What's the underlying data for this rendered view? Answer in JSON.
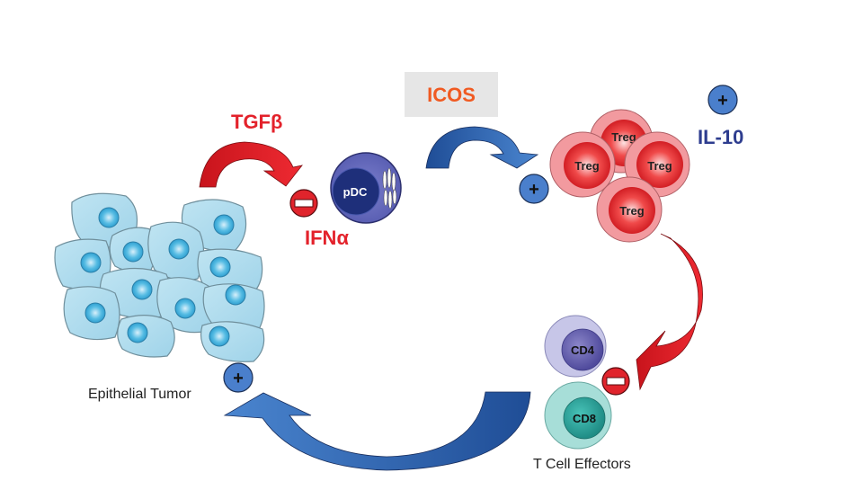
{
  "labels": {
    "tgf": "TGFβ",
    "ifn": "IFNα",
    "icos": "ICOS",
    "il10": "IL-10",
    "pdc": "pDC",
    "treg": "Treg",
    "cd4": "CD4",
    "cd8": "CD8",
    "tumor": "Epithelial Tumor",
    "effectors": "T Cell Effectors",
    "plus": "+"
  },
  "colors": {
    "red_text": "#e3222b",
    "icos_text": "#f05a22",
    "icos_box": "#e6e6e6",
    "il10_text": "#2e3d8f",
    "blue_arrow": "#3a6fbb",
    "red_arrow": "#e0202a",
    "plus_badge": "#4a7fcc",
    "minus_badge": "#e0242c"
  }
}
